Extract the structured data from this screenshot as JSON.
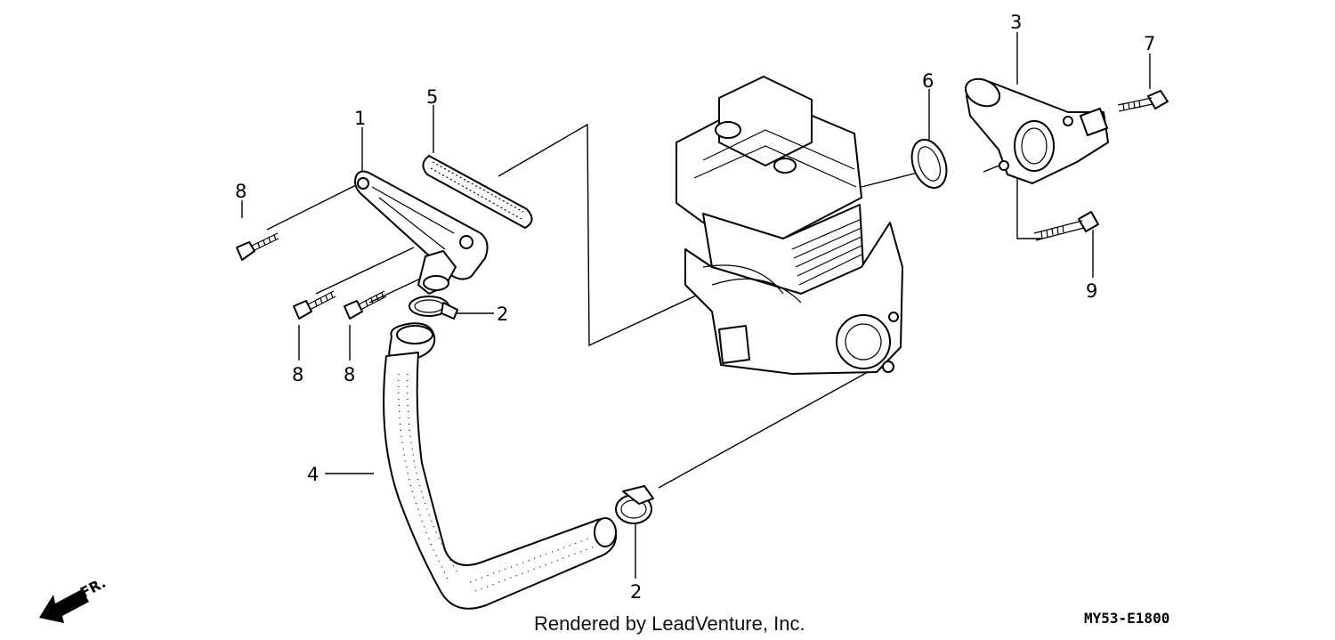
{
  "callouts": {
    "c1": "1",
    "c2a": "2",
    "c2b": "2",
    "c3": "3",
    "c4": "4",
    "c5": "5",
    "c6": "6",
    "c7": "7",
    "c8a": "8",
    "c8b": "8",
    "c8c": "8",
    "c9": "9"
  },
  "footer": {
    "rendered_by": "Rendered by LeadVenture, Inc.",
    "diagram_code": "MY53-E1800"
  },
  "orientation": {
    "label": "FR."
  },
  "colors": {
    "line": "#000000",
    "background": "#ffffff"
  }
}
